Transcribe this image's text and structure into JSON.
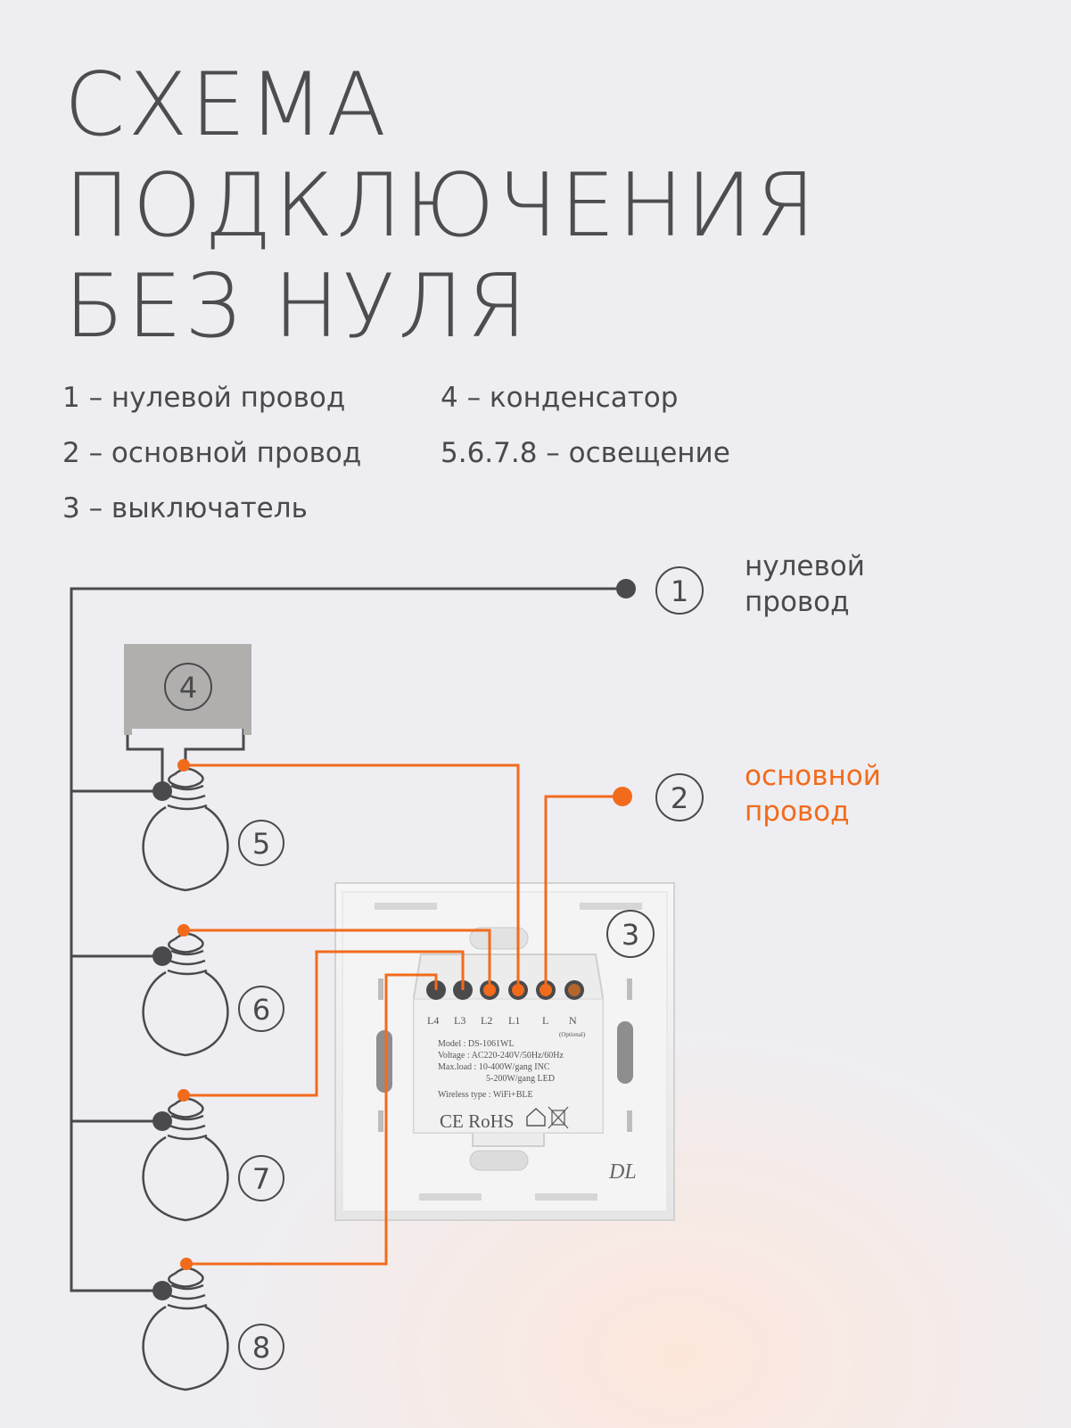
{
  "title": {
    "line1": "СХЕМА",
    "line2": "ПОДКЛЮЧЕНИЯ",
    "line3": "БЕЗ НУЛЯ"
  },
  "legend": {
    "left": [
      "1 – нулевой провод",
      "2 – основной провод",
      "3 – выключатель"
    ],
    "right": [
      "4 – конденсатор",
      "5.6.7.8 – освещение"
    ]
  },
  "labels": {
    "neutral": {
      "num": "1",
      "line1": "нулевой",
      "line2": "провод"
    },
    "main": {
      "num": "2",
      "line1": "основной",
      "line2": "провод"
    },
    "switch_num": "3",
    "capacitor_num": "4",
    "bulbs": [
      "5",
      "6",
      "7",
      "8"
    ]
  },
  "switch_label": {
    "terminals": [
      "L4",
      "L3",
      "L2",
      "L1",
      "L",
      "N"
    ],
    "optional": "(Optional)",
    "model": "Model : DS-1061WL",
    "voltage": "Voltage : AC220-240V/50Hz/60Hz",
    "maxload1": "Max.load : 10-400W/gang  INC",
    "maxload2": "5-200W/gang  LED",
    "wireless": "Wireless type : WiFi+BLE",
    "marks": "CE RoHS",
    "signature": "DL"
  },
  "colors": {
    "wire_main": "#f26b1d",
    "wire_neutral": "#4a4a4c",
    "capacitor": "#b1afae",
    "background": "#eeeef2"
  }
}
